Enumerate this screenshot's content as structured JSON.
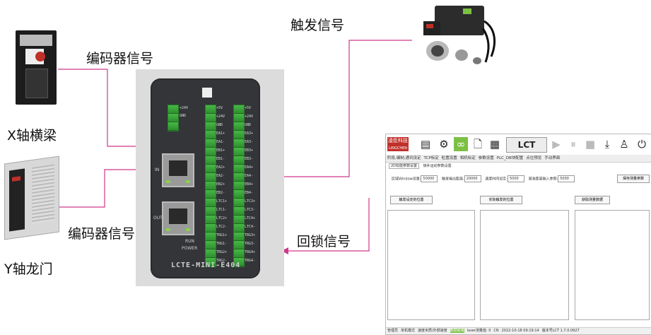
{
  "labels": {
    "encoder_signal_x": "编码器信号",
    "encoder_signal_y": "编码器信号",
    "x_axis": "X轴横梁",
    "y_axis": "Y轴龙门",
    "trigger_signal": "触发信号",
    "latch_signal": "回锁信号"
  },
  "controller": {
    "model": "LCTE-MINI-E404",
    "port_in": "IN",
    "port_out": "OUT",
    "indicator_run": "RUN",
    "indicator_power": "POWER",
    "pins_left": [
      "+5V",
      "+24V",
      "GND",
      "EA1+",
      "EA1-",
      "EB1+",
      "EB1-",
      "EA2+",
      "EA2-",
      "EB2+",
      "EB2-",
      "LTC1+",
      "LTC1-",
      "LTC2+",
      "LTC2-",
      "TRG1+",
      "TRG1-",
      "TRG2+",
      "TRG2-"
    ],
    "pins_right": [
      "+5V",
      "+24V",
      "GND",
      "EA3+",
      "EA3-",
      "EB3+",
      "EB3-",
      "EA4+",
      "EA4-",
      "EB4+",
      "EB4-",
      "LTC3+",
      "LTC3-",
      "LTC4+",
      "LTC4-",
      "TRG3+",
      "TRG3-",
      "TRG4+",
      "TRG4-"
    ],
    "power_pins": [
      "+24V",
      "GND"
    ]
  },
  "software": {
    "brand": "凌臣科技",
    "brand_en": "LINGCHEN",
    "lct_label": "LCT",
    "menu": [
      "阶段,编制,通讯设定",
      "TCP标定",
      "粒置设置",
      "相机标定",
      "参数设置",
      "PLC_DB块配置",
      "点位预览",
      "手动界面"
    ],
    "subtabs": [
      "2D标能参数设置",
      "锁补运动参数设置"
    ],
    "fields": [
      {
        "label": "区域Window设置:",
        "value": "50000"
      },
      {
        "label": "触发输出距离:",
        "value": "20000"
      },
      {
        "label": "速度时间设定:",
        "value": "5000"
      },
      {
        "label": "基准距离输入参照:",
        "value": "5000"
      }
    ],
    "save_button": "保存测量参数",
    "buttons": [
      "触发设定的位置",
      "实际触发的位置",
      "获取测量数据"
    ],
    "status": [
      "管理员",
      "单机模式",
      "速度米质/外部速度",
      "数据就绪",
      "laser测量值: 0",
      "CN",
      "2022-10-18 09:19:14",
      "版本号LCT 1.7.0.0927"
    ]
  },
  "colors": {
    "wire": "#d1378a",
    "accent": "#c0302a"
  }
}
